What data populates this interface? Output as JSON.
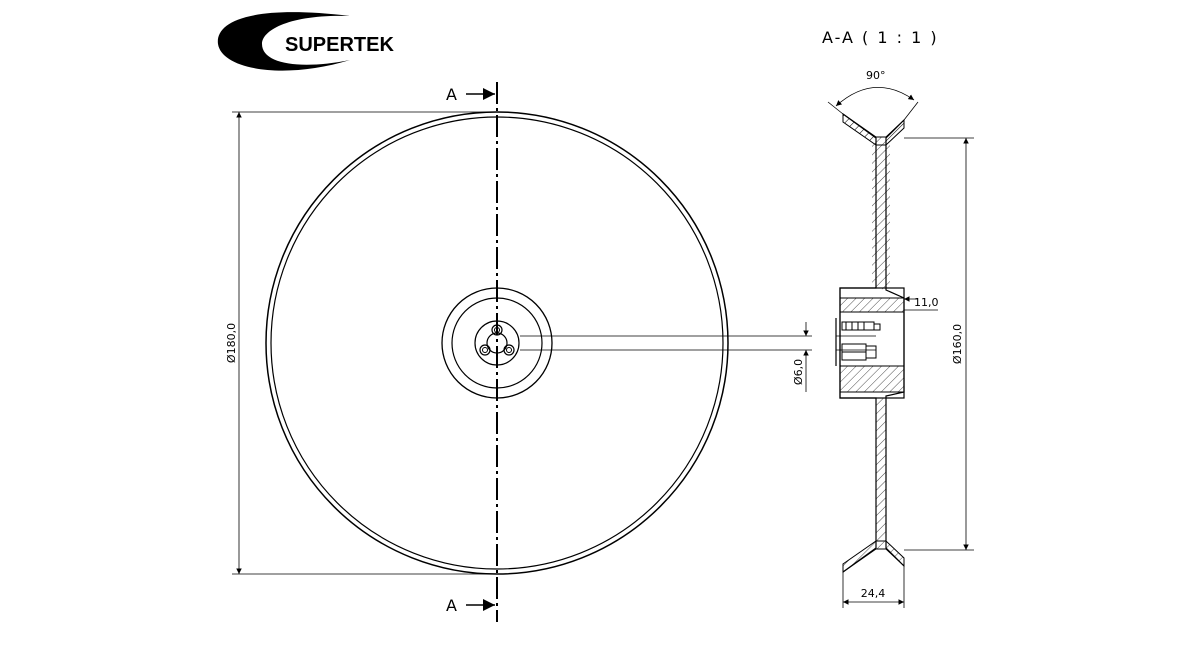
{
  "logo": {
    "text": "SUPERTEK"
  },
  "section_title": "A-A ( 1 : 1 )",
  "section_marker": "A",
  "dimensions": {
    "outer_diameter": "Ø180,0",
    "hole_diameter": "Ø6,0",
    "groove_diameter": "Ø160,0",
    "hub_offset": "11,0",
    "width": "24,4",
    "groove_angle": "90°"
  }
}
